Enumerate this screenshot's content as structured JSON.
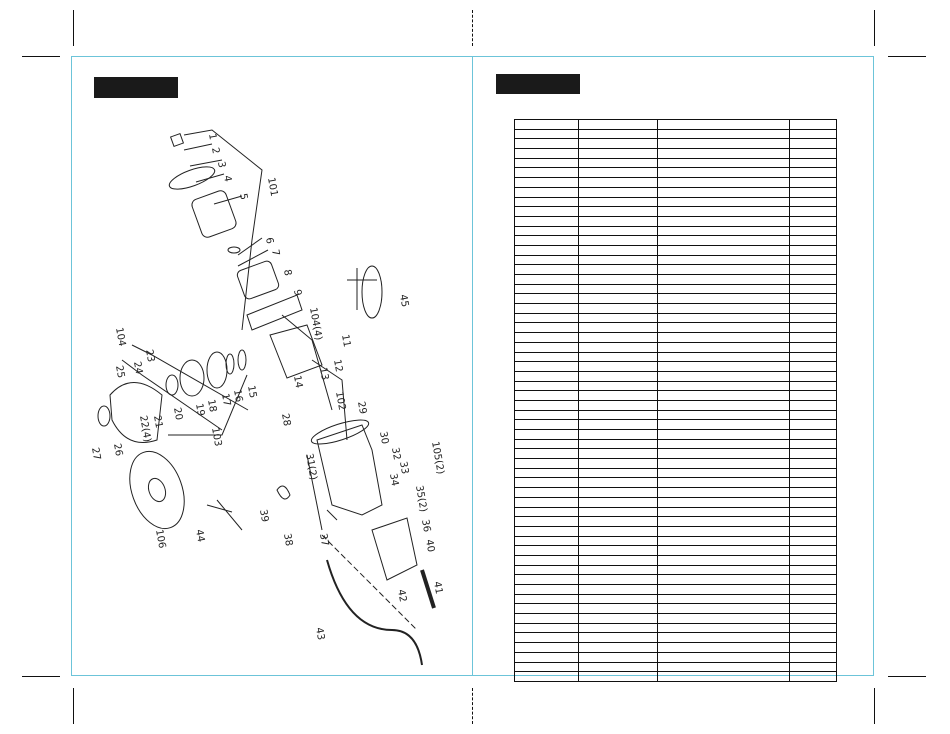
{
  "left_page": {
    "title": "",
    "callouts": [
      "1",
      "2",
      "3",
      "4",
      "5",
      "101",
      "6",
      "7",
      "8",
      "9",
      "104(4)",
      "45",
      "12",
      "11",
      "13",
      "14",
      "102",
      "104",
      "23",
      "24",
      "25",
      "15",
      "16",
      "17",
      "18",
      "19",
      "20",
      "21",
      "22(4)",
      "103",
      "28",
      "29",
      "27",
      "26",
      "30",
      "105(2)",
      "32",
      "33",
      "34",
      "35(2)",
      "36",
      "31(2)",
      "39",
      "106",
      "44",
      "38",
      "37",
      "40",
      "41",
      "42",
      "43"
    ]
  },
  "right_page": {
    "title": "",
    "table": {
      "columns": 4,
      "rows": 58
    }
  },
  "colors": {
    "frame": "#6cc4d9",
    "title_bar": "#1a1a1a",
    "ink": "#111111"
  }
}
